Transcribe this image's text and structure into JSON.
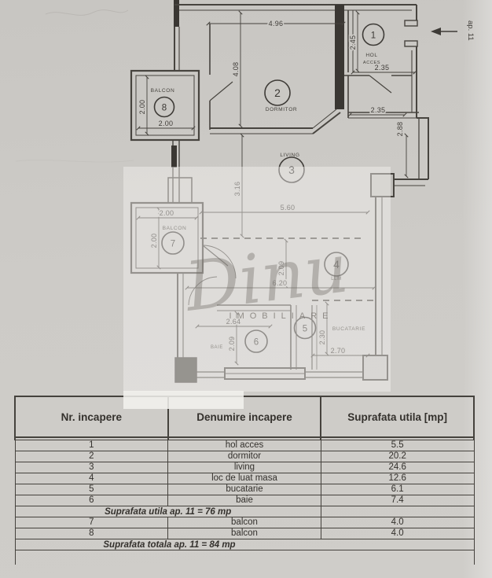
{
  "plan": {
    "entry_label": "ap. 11",
    "rooms": [
      {
        "no": "1",
        "label": "HOL",
        "label2": "ACCES"
      },
      {
        "no": "2",
        "label": "DORMITOR"
      },
      {
        "no": "3",
        "label": "LIVING"
      },
      {
        "no": "4",
        "label": "LLM"
      },
      {
        "no": "5",
        "label": "BUCATARIE"
      },
      {
        "no": "6",
        "label": "BAIE"
      },
      {
        "no": "7",
        "label": "BALCON"
      },
      {
        "no": "8",
        "label": "BALCON"
      }
    ],
    "dims": {
      "dormitor_w": "4.96",
      "dormitor_h": "4.08",
      "hol_h": "2.45",
      "hol_w": "2.35",
      "hall_w": "2.35",
      "hall_h": "2.88",
      "balcon8_w": "2.00",
      "balcon8_h": "2.00",
      "balcon7_w": "2.00",
      "balcon7_h": "2.00",
      "living_h": "3.16",
      "living_w": "5.60",
      "masa_h": "2.09",
      "plan_w": "6.20",
      "baie_w": "2.64",
      "baie_h": "2.09",
      "bucatarie_h": "2.30",
      "bucatarie_w": "2.70"
    },
    "watermark": {
      "name": "Dinu",
      "subtitle": "IMOBILIARE"
    }
  },
  "table": {
    "headers": [
      "Nr. incapere",
      "Denumire incapere",
      "Suprafata utila [mp]"
    ],
    "rows": [
      {
        "nr": "1",
        "name": "hol acces",
        "area": "5.5"
      },
      {
        "nr": "2",
        "name": "dormitor",
        "area": "20.2"
      },
      {
        "nr": "3",
        "name": "living",
        "area": "24.6"
      },
      {
        "nr": "4",
        "name": "loc de luat masa",
        "area": "12.6"
      },
      {
        "nr": "5",
        "name": "bucatarie",
        "area": "6.1"
      },
      {
        "nr": "6",
        "name": "baie",
        "area": "7.4"
      },
      {
        "nr": "7",
        "name": "balcon",
        "area": "4.0"
      },
      {
        "nr": "8",
        "name": "balcon",
        "area": "4.0"
      }
    ],
    "subtotal": "Suprafata utila ap. 11 = 76 mp",
    "total": "Suprafata totala ap. 11 = 84 mp"
  },
  "colors": {
    "paper": "#cbc9c5",
    "ink": "#413e3a",
    "watermark_text": "#6e6a64"
  }
}
